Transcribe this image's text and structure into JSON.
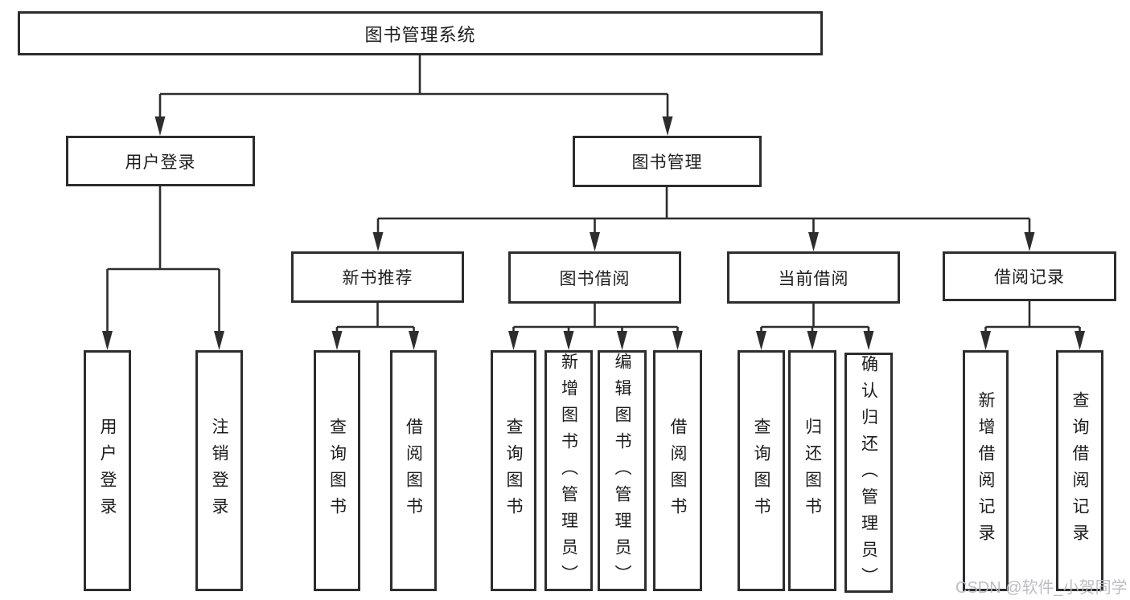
{
  "diagram": {
    "root": {
      "label": "图书管理系统",
      "children": [
        {
          "label": "用户登录",
          "children": [
            {
              "label": "用户登录"
            },
            {
              "label": "注销登录"
            }
          ]
        },
        {
          "label": "图书管理",
          "children": [
            {
              "label": "新书推荐",
              "children": [
                {
                  "label": "查询图书"
                },
                {
                  "label": "借阅图书"
                }
              ]
            },
            {
              "label": "图书借阅",
              "children": [
                {
                  "label": "查询图书"
                },
                {
                  "label": "新增图书（管理员）"
                },
                {
                  "label": "编辑图书（管理员）"
                },
                {
                  "label": "借阅图书"
                }
              ]
            },
            {
              "label": "当前借阅",
              "children": [
                {
                  "label": "查询图书"
                },
                {
                  "label": "归还图书"
                },
                {
                  "label": "确认归还（管理员）"
                }
              ]
            },
            {
              "label": "借阅记录",
              "children": [
                {
                  "label": "新增借阅记录"
                },
                {
                  "label": "查询借阅记录"
                }
              ]
            }
          ]
        }
      ]
    }
  },
  "watermark": {
    "text": "CSDN @软件_小贺同学"
  },
  "colors": {
    "line": "#2d2d2d",
    "text": "#1c1c1c",
    "background": "#ffffff",
    "watermark": "#b9b9c0"
  }
}
